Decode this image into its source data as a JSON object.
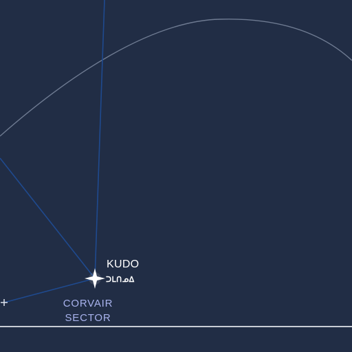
{
  "map": {
    "colors": {
      "background": "#212d45",
      "hyperlane": "#1f4a8f",
      "sector_border": "#7d8aa0",
      "region_border": "#c9cdd5",
      "system_star": "#ffffff",
      "sector_label": "#a9b3ee"
    },
    "systems": [
      {
        "name": "KUDO",
        "aurebesh": "ᑐᒪᑎᓄᐃ",
        "marker": "star-icon"
      }
    ],
    "sector": {
      "line1": "CORVAIR",
      "line2": "SECTOR"
    }
  }
}
